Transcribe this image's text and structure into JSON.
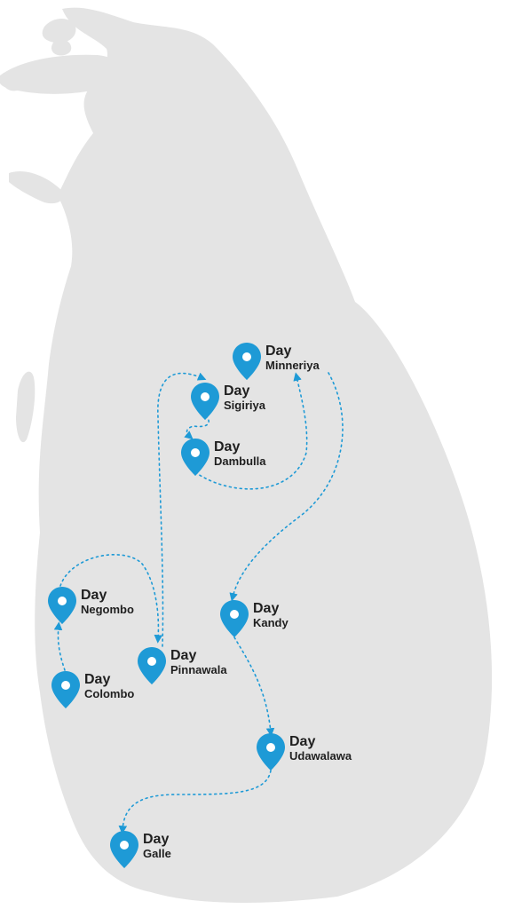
{
  "map": {
    "colors": {
      "land": "#e4e4e4",
      "pin": "#1e9ad6",
      "route": "#1e9ad6",
      "text": "#1f1f1f"
    },
    "stops": [
      {
        "id": "colombo",
        "day": "Day",
        "place": "Colombo"
      },
      {
        "id": "negombo",
        "day": "Day",
        "place": "Negombo"
      },
      {
        "id": "pinnawala",
        "day": "Day",
        "place": "Pinnawala"
      },
      {
        "id": "sigiriya",
        "day": "Day",
        "place": "Sigiriya"
      },
      {
        "id": "dambulla",
        "day": "Day",
        "place": "Dambulla"
      },
      {
        "id": "minneriya",
        "day": "Day",
        "place": "Minneriya"
      },
      {
        "id": "kandy",
        "day": "Day",
        "place": "Kandy"
      },
      {
        "id": "udawalawa",
        "day": "Day",
        "place": "Udawalawa"
      },
      {
        "id": "galle",
        "day": "Day",
        "place": "Galle"
      }
    ]
  }
}
